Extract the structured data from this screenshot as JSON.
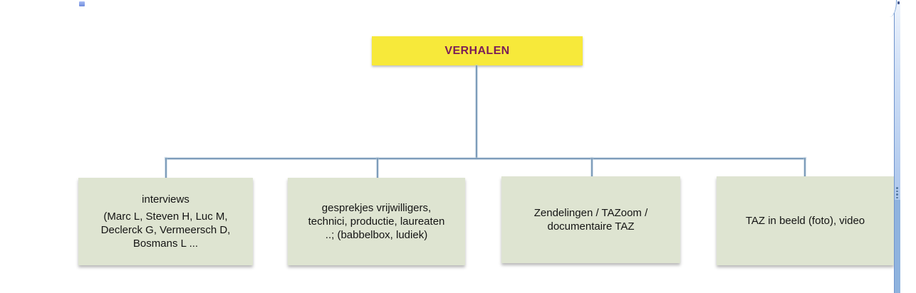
{
  "diagram": {
    "root": {
      "label": "VERHALEN"
    },
    "children": [
      {
        "title": "interviews",
        "body": "(Marc L, Steven H, Luc M, Declerck G, Vermeersch D, Bosmans L ..."
      },
      {
        "title": "",
        "body": "gesprekjes vrijwilligers, technici, productie, laureaten ..; (babbelbox, ludiek)"
      },
      {
        "title": "",
        "body": "Zendelingen / TAZoom / documentaire TAZ"
      },
      {
        "title": "",
        "body": "TAZ in beeld (foto), video"
      }
    ],
    "colors": {
      "root_bg": "#f7e93a",
      "root_text": "#7b1e57",
      "child_bg": "#dee4d1",
      "connector": "#7d9cba",
      "scrollbar": "#a6c4ea"
    }
  }
}
